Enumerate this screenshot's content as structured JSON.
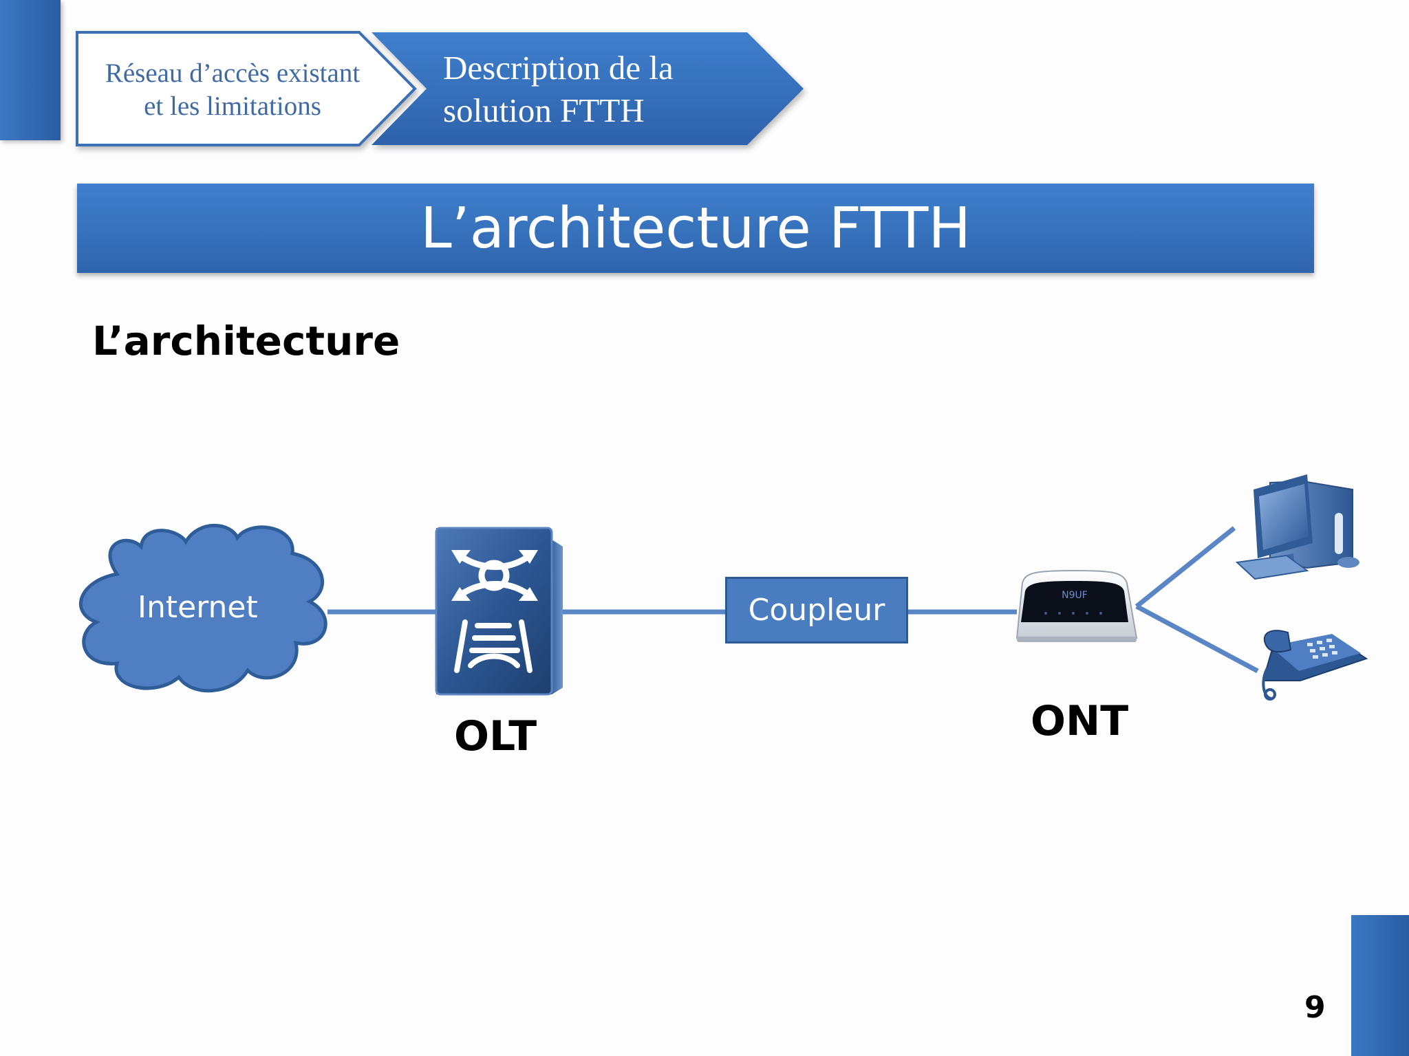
{
  "breadcrumb": {
    "previous_line1": "Réseau d’accès existant",
    "previous_line2": "et les limitations",
    "current_line1": "Description de la",
    "current_line2": "solution FTTH"
  },
  "slide": {
    "title": "L’architecture FTTH",
    "heading": "L’architecture",
    "page_number": "9"
  },
  "diagram": {
    "cloud_label": "Internet",
    "olt_label": "OLT",
    "splitter_label": "Coupleur",
    "ont_label": "ONT",
    "ont_device_text": "N9UF"
  },
  "colors": {
    "accent": "#3a74c0",
    "accent_dark": "#2a5da3",
    "line": "#5a86c5"
  }
}
